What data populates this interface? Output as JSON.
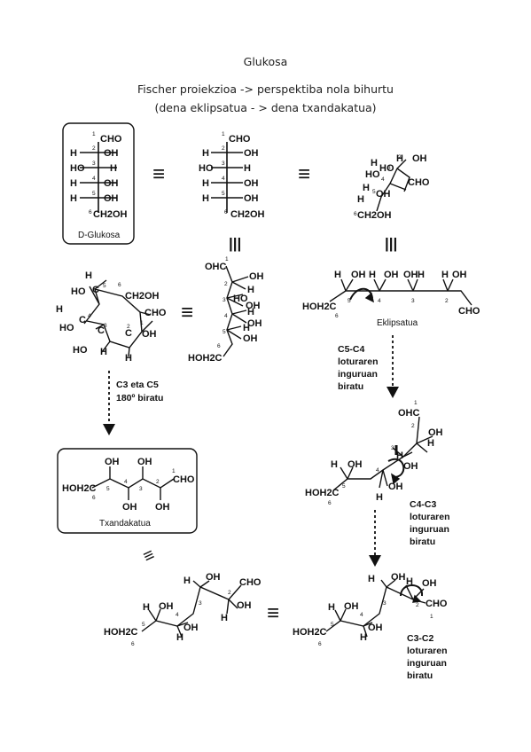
{
  "title": "Glukosa",
  "subtitle_line1": "Fischer proiekzioa -> perspektiba nola bihurtu",
  "subtitle_line2": "(dena eklipsatua - > dena txandakatua)",
  "labels": {
    "d_glukosa": "D-Glukosa",
    "eklipsatua": "Eklipsatua",
    "txandakatua": "Txandakatua"
  },
  "symbols": {
    "equiv": "≡",
    "equiv_vertical": "|||"
  },
  "groups": {
    "cho": "CHO",
    "ohc": "OHC",
    "oh": "OH",
    "ho": "HO",
    "h": "H",
    "ch2oh": "CH2OH",
    "hoh2c": "HOH2C",
    "c": "C"
  },
  "numbers": [
    "1",
    "2",
    "3",
    "4",
    "5",
    "6"
  ],
  "captions": {
    "c3c5": [
      "C3 eta C5",
      "180º biratu"
    ],
    "c5c4": [
      "C5-C4",
      "loturaren",
      "inguruan",
      "biratu"
    ],
    "c4c3": [
      "C4-C3",
      "loturaren",
      "inguruan",
      "biratu"
    ],
    "c3c2": [
      "C3-C2",
      "loturaren",
      "inguruan",
      "biratu"
    ]
  }
}
